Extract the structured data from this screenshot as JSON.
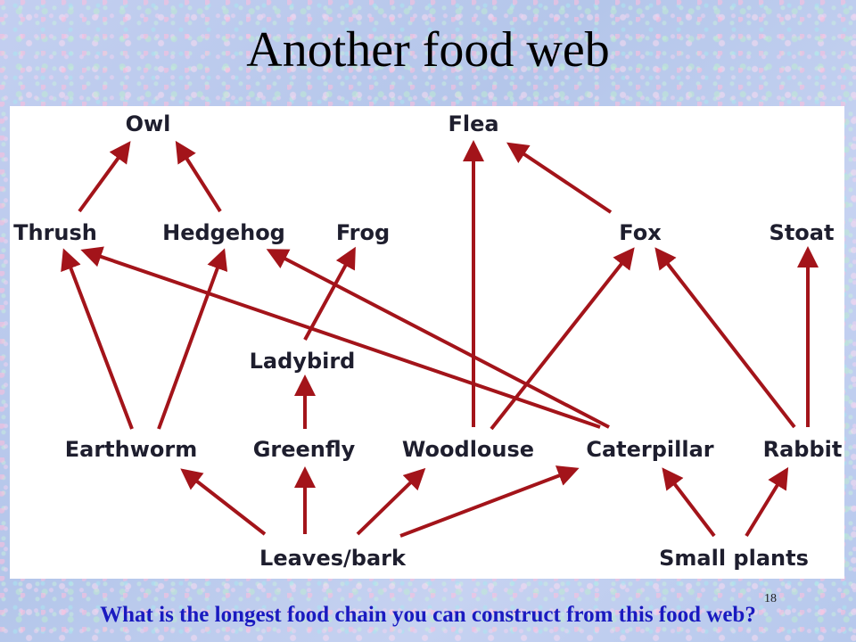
{
  "slide": {
    "title": "Another food web",
    "page_number": "18",
    "question": "What is the longest food chain you can construct from this food web?"
  },
  "colors": {
    "arrow": "#a3141a",
    "label": "#1e1e2e",
    "question": "#1a1ac0",
    "panel": "#ffffff"
  },
  "food_web": {
    "organisms": [
      {
        "id": "owl",
        "label": "Owl"
      },
      {
        "id": "flea",
        "label": "Flea"
      },
      {
        "id": "thrush",
        "label": "Thrush"
      },
      {
        "id": "hedgehog",
        "label": "Hedgehog"
      },
      {
        "id": "frog",
        "label": "Frog"
      },
      {
        "id": "fox",
        "label": "Fox"
      },
      {
        "id": "stoat",
        "label": "Stoat"
      },
      {
        "id": "ladybird",
        "label": "Ladybird"
      },
      {
        "id": "earthworm",
        "label": "Earthworm"
      },
      {
        "id": "greenfly",
        "label": "Greenfly"
      },
      {
        "id": "woodlouse",
        "label": "Woodlouse"
      },
      {
        "id": "caterpillar",
        "label": "Caterpillar"
      },
      {
        "id": "rabbit",
        "label": "Rabbit"
      },
      {
        "id": "leaves",
        "label": "Leaves/bark"
      },
      {
        "id": "small_plants",
        "label": "Small plants"
      }
    ],
    "links": [
      {
        "from": "thrush",
        "to": "owl"
      },
      {
        "from": "hedgehog",
        "to": "owl"
      },
      {
        "from": "woodlouse",
        "to": "flea"
      },
      {
        "from": "fox",
        "to": "flea"
      },
      {
        "from": "earthworm",
        "to": "thrush"
      },
      {
        "from": "caterpillar",
        "to": "thrush"
      },
      {
        "from": "earthworm",
        "to": "hedgehog"
      },
      {
        "from": "caterpillar",
        "to": "hedgehog"
      },
      {
        "from": "ladybird",
        "to": "frog"
      },
      {
        "from": "woodlouse",
        "to": "fox"
      },
      {
        "from": "rabbit",
        "to": "fox"
      },
      {
        "from": "rabbit",
        "to": "stoat"
      },
      {
        "from": "greenfly",
        "to": "ladybird"
      },
      {
        "from": "leaves",
        "to": "earthworm"
      },
      {
        "from": "leaves",
        "to": "greenfly"
      },
      {
        "from": "leaves",
        "to": "woodlouse"
      },
      {
        "from": "leaves",
        "to": "caterpillar"
      },
      {
        "from": "small_plants",
        "to": "caterpillar"
      },
      {
        "from": "small_plants",
        "to": "rabbit"
      }
    ]
  }
}
